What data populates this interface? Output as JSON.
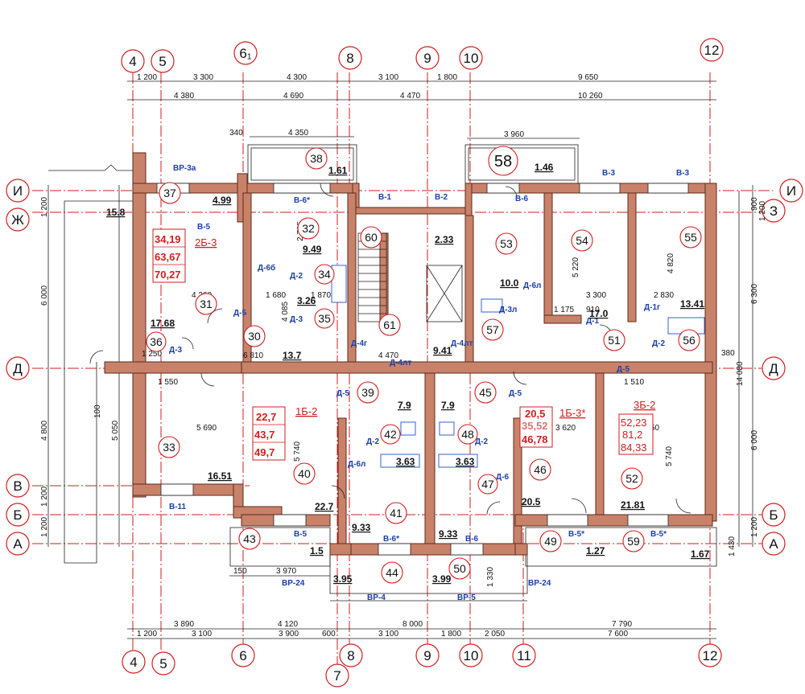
{
  "axes_top": [
    "4",
    "5",
    "6₁",
    "8",
    "9",
    "10",
    "12"
  ],
  "axes_bottom": [
    "4",
    "5",
    "6",
    "8",
    "9",
    "10",
    "11",
    "12",
    "7"
  ],
  "axes_left": [
    "И",
    "Ж",
    "Д",
    "В",
    "Б",
    "А"
  ],
  "axes_right": [
    "И",
    "З",
    "Д",
    "Б",
    "А"
  ],
  "dims_top_row1": [
    "1 200",
    "3 300",
    "4 300",
    "3 100",
    "1 800",
    "9 650"
  ],
  "dims_top_row2": [
    "4 380",
    "4 690",
    "4 470",
    "10 260"
  ],
  "dims_bottom_row1": [
    "3 890",
    "4 120",
    "8 000",
    "7 790"
  ],
  "dims_bottom_row2": [
    "1 200",
    "3 100",
    "3 900",
    "600",
    "3 100",
    "1 800",
    "2 050",
    "7 600"
  ],
  "dims_right": [
    "900",
    "1 200",
    "6 300",
    "14 080",
    "380",
    "6 000",
    "1 200",
    "1 430"
  ],
  "dims_left": [
    "1 200",
    "6 000",
    "4 800",
    "1 200",
    "1 200",
    "5 050",
    "100"
  ],
  "rooms": [
    {
      "num": "37",
      "area": "4.99"
    },
    {
      "num": "38",
      "area": "1.61"
    },
    {
      "num": "58",
      "area": "1.46"
    },
    {
      "num": "32",
      "area": "9.49"
    },
    {
      "num": "60",
      "area": "2.33"
    },
    {
      "num": "53",
      "area": ""
    },
    {
      "num": "54",
      "area": ""
    },
    {
      "num": "55",
      "area": ""
    },
    {
      "num": "34",
      "area": ""
    },
    {
      "num": "31",
      "area": ""
    },
    {
      "num": "35",
      "area": "3.26"
    },
    {
      "num": "30",
      "area": "13.7"
    },
    {
      "num": "61",
      "area": "9.41"
    },
    {
      "num": "57",
      "area": "10.0"
    },
    {
      "num": "51",
      "area": "17.0"
    },
    {
      "num": "56",
      "area": "13.41"
    },
    {
      "num": "36",
      "area": "17.68"
    },
    {
      "num": "39",
      "area": "7.9"
    },
    {
      "num": "45",
      "area": "7.9"
    },
    {
      "num": "42",
      "area": "3.63"
    },
    {
      "num": "48",
      "area": "3.63"
    },
    {
      "num": "33",
      "area": "16.51"
    },
    {
      "num": "40",
      "area": "22.7"
    },
    {
      "num": "41",
      "area": "9.33"
    },
    {
      "num": "47",
      "area": "9.33"
    },
    {
      "num": "46",
      "area": "20.5"
    },
    {
      "num": "52",
      "area": "21.81"
    },
    {
      "num": "43",
      "area": "1.5"
    },
    {
      "num": "44",
      "area": "3.95"
    },
    {
      "num": "50",
      "area": "3.99"
    },
    {
      "num": "49",
      "area": "1.27"
    },
    {
      "num": "59",
      "area": "1.67"
    }
  ],
  "apartments": [
    {
      "type": "2Б-3",
      "values": [
        "34,19",
        "63,67",
        "70,27"
      ]
    },
    {
      "type": "1Б-2",
      "values": [
        "22,7",
        "43,7",
        "49,7"
      ]
    },
    {
      "type": "1Б-3*",
      "values": [
        "20,5",
        "35,52",
        "46,78"
      ]
    },
    {
      "type": "3Б-2",
      "values": [
        "52,23",
        "81,2",
        "84,33"
      ]
    }
  ],
  "tags": [
    "ВР-3а",
    "В-5",
    "В-6*",
    "В-1",
    "В-2",
    "В-6",
    "В-3",
    "В-3",
    "Д-6б",
    "Д-2",
    "Д-3",
    "Д-5",
    "Д-4г",
    "Д-4лт",
    "Д-4лт",
    "Д-6л",
    "Д-3л",
    "Д-1",
    "Д-1г",
    "Д-2",
    "Д-3",
    "Д-5",
    "Д-2",
    "Д-6л",
    "Д-2",
    "Д-5",
    "Д-6",
    "Д-5",
    "В-11",
    "В-5",
    "В-6*",
    "В-6",
    "В-5*",
    "В-5*",
    "ВР-24",
    "ВР-24",
    "ВР-4",
    "ВР-5"
  ],
  "small_dims": [
    "340",
    "4 350",
    "3 960",
    "15.8",
    "1 680",
    "4 260",
    "1 870",
    "2 735",
    "4 085",
    "6 810",
    "4 470",
    "1 250",
    "1 550",
    "5 690",
    "5 740",
    "3 620",
    "5 740",
    "3 850",
    "1 510",
    "4 820",
    "5 220",
    "2 830",
    "3 300",
    "1 175",
    "910",
    "3 970",
    "150",
    "1 330"
  ],
  "colors": {
    "wall": "#c9826a",
    "axis": "#d21e1e",
    "tag": "#1a3fa8",
    "red": "#d21e1e"
  }
}
